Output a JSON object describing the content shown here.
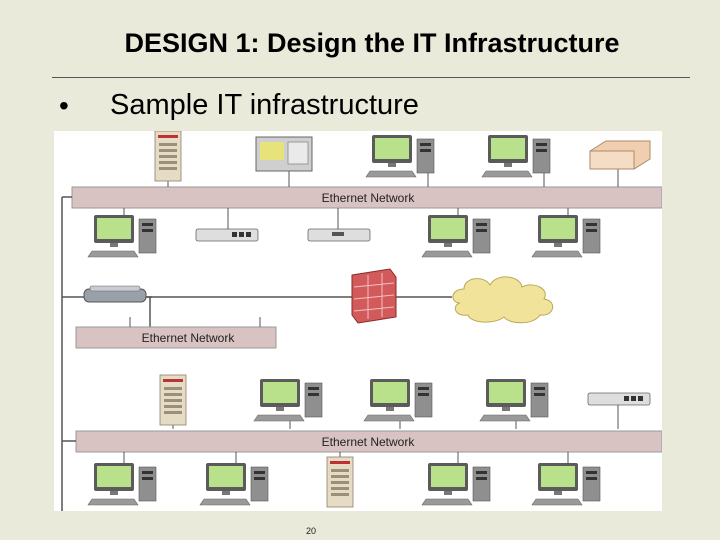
{
  "slide": {
    "title": "DESIGN 1: Design the IT Infrastructure",
    "bullet_marker": "•",
    "bullet_text": "Sample IT infrastructure",
    "page_number": "20"
  },
  "diagram": {
    "networks": [
      {
        "label": "Ethernet Network"
      },
      {
        "label": "Ethernet Network"
      },
      {
        "label": "Ethernet Network"
      }
    ],
    "devices": {
      "network_1_top": [
        "server-tower",
        "monitoring-console",
        "desktop-computer",
        "desktop-computer",
        "router-box"
      ],
      "network_1_bottom": [
        "desktop-computer",
        "network-switch",
        "network-hub",
        "desktop-computer",
        "desktop-computer"
      ],
      "middle": [
        "network-router",
        "firewall",
        "internet-cloud"
      ],
      "network_3_top": [
        "server-tower",
        "desktop-computer",
        "desktop-computer",
        "desktop-computer",
        "network-switch"
      ],
      "network_3_bottom": [
        "desktop-computer",
        "desktop-computer",
        "server-tower",
        "desktop-computer",
        "desktop-computer"
      ]
    }
  }
}
